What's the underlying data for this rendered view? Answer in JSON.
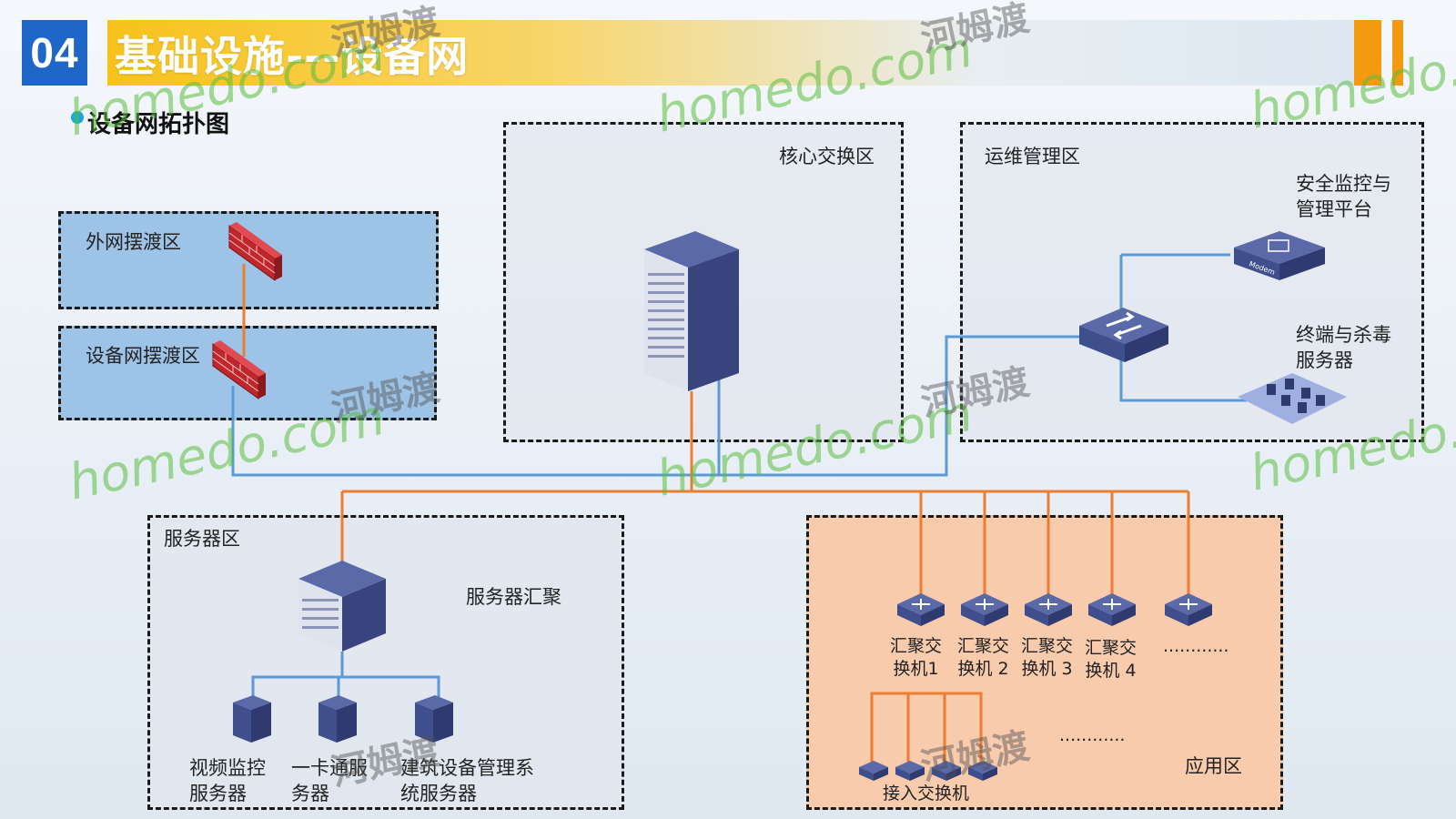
{
  "header": {
    "section_number": "04",
    "title": "基础设施---设备网"
  },
  "subtitle": "设备网拓扑图",
  "zones": {
    "external_ferry": "外网摆渡区",
    "device_ferry": "设备网摆渡区",
    "core_switch": "核心交换区",
    "ops_mgmt": "运维管理区",
    "server_zone": "服务器区",
    "app_zone": "应用区"
  },
  "labels": {
    "security_platform": "安全监控与\n管理平台",
    "terminal_antivirus": "终端与杀毒\n服务器",
    "server_aggregation": "服务器汇聚",
    "video_server": "视频监控\n服务器",
    "card_server": "一卡通服\n务器",
    "building_server": "建筑设备管理系\n统服务器",
    "agg_switch_1": "汇聚交\n换机1",
    "agg_switch_2": "汇聚交\n换机 2",
    "agg_switch_3": "汇聚交\n换机 3",
    "agg_switch_4": "汇聚交\n换机 4",
    "agg_ellipsis": "............",
    "access_ellipsis": "............",
    "access_switch": "接入交换机"
  },
  "watermarks": {
    "brand": "homedo.com",
    "cn": "河姆渡"
  },
  "colors": {
    "badge": "#1f66c9",
    "title_bar_start": "#f7c21a",
    "accent_orange": "#f39a10",
    "link_orange": "#ed7d31",
    "link_blue": "#5b9bd5",
    "ferry_zone_fill": "#9dc3e6",
    "app_zone_fill": "#f8cbad",
    "device_navy": "#3f4e8c",
    "firewall_red": "#c0272d"
  },
  "icons": [
    "firewall-icon",
    "core-switch-icon",
    "modem-icon",
    "l3-switch-icon",
    "server-cluster-icon",
    "tower-server-icon",
    "router-icon"
  ]
}
